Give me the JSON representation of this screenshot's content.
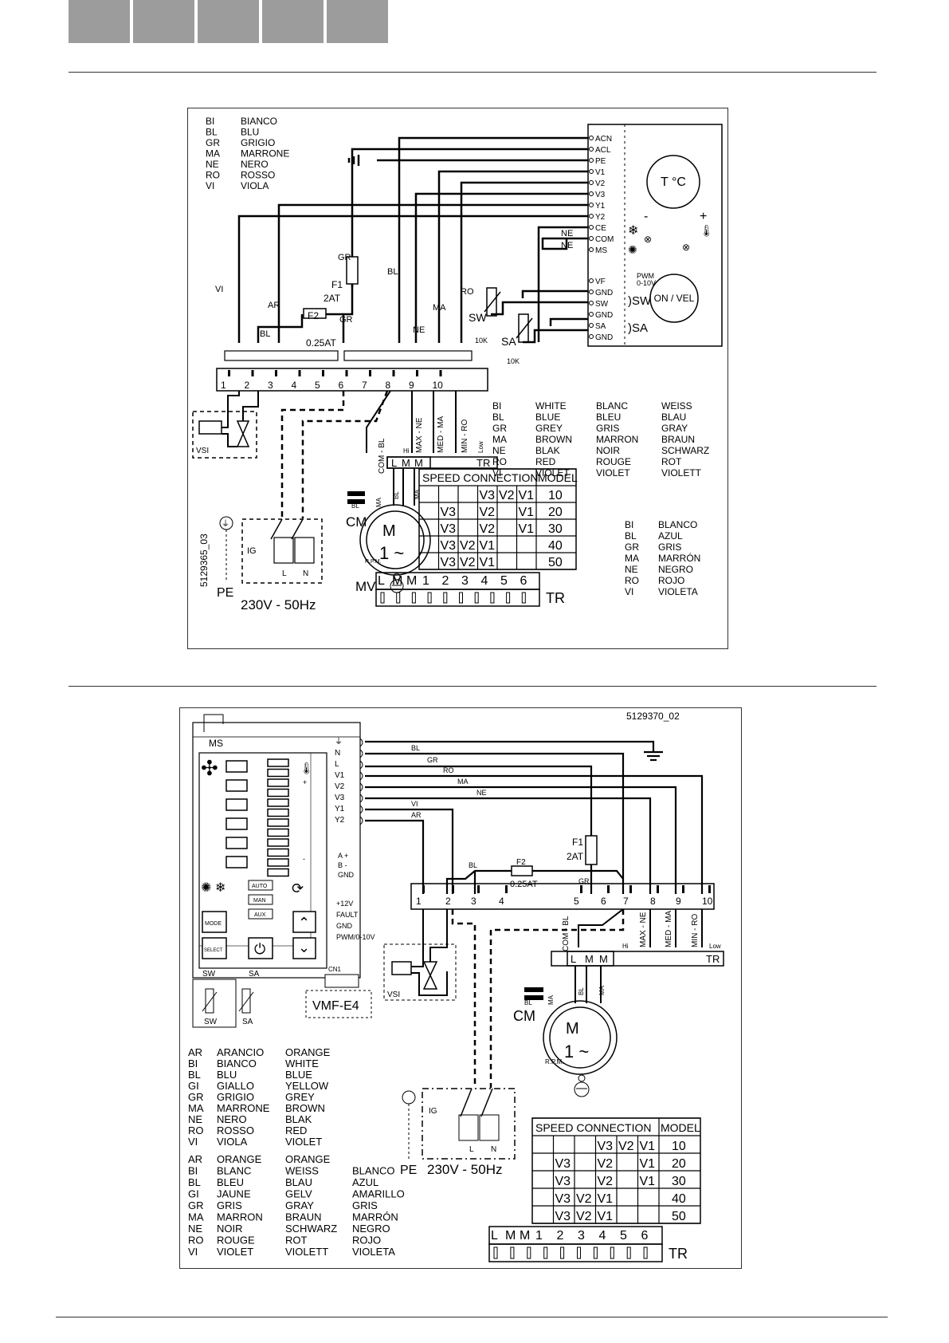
{
  "header": {
    "tabs": [
      {
        "label": ""
      },
      {
        "label": ""
      },
      {
        "label": ""
      },
      {
        "label": ""
      },
      {
        "label": ""
      }
    ]
  },
  "diagram1": {
    "code": "5129365_03",
    "colors_it": [
      [
        "BI",
        "BIANCO"
      ],
      [
        "BL",
        "BLU"
      ],
      [
        "GR",
        "GRIGIO"
      ],
      [
        "MA",
        "MARRONE"
      ],
      [
        "NE",
        "NERO"
      ],
      [
        "RO",
        "ROSSO"
      ],
      [
        "VI",
        "VIOLA"
      ]
    ],
    "colors_multi": [
      [
        "BI",
        "WHITE",
        "BLANC",
        "WEISS"
      ],
      [
        "BL",
        "BLUE",
        "BLEU",
        "BLAU"
      ],
      [
        "GR",
        "GREY",
        "GRIS",
        "GRAY"
      ],
      [
        "MA",
        "BROWN",
        "MARRON",
        "BRAUN"
      ],
      [
        "NE",
        "BLAK",
        "NOIR",
        "SCHWARZ"
      ],
      [
        "RO",
        "RED",
        "ROUGE",
        "ROT"
      ],
      [
        "VI",
        "VIOLET",
        "VIOLET",
        "VIOLETT"
      ]
    ],
    "colors_es": [
      [
        "BI",
        "BLANCO"
      ],
      [
        "BL",
        "AZUL"
      ],
      [
        "GR",
        "GRIS"
      ],
      [
        "MA",
        "MARRÓN"
      ],
      [
        "NE",
        "NEGRO"
      ],
      [
        "RO",
        "ROJO"
      ],
      [
        "VI",
        "VIOLETA"
      ]
    ],
    "controller_pins": [
      "ACN",
      "ACL",
      "PE",
      "V1",
      "V2",
      "V3",
      "Y1",
      "Y2",
      "CE",
      "COM",
      "MS",
      "VF",
      "GND",
      "SW",
      "GND",
      "SA",
      "GND"
    ],
    "controller_labels": {
      "temp": "T °C",
      "minus": "-",
      "plus": "+",
      "onvel": "ON / VEL",
      "pwm": "PWM",
      "pwm_range": "0-10V",
      "sw": ")SW",
      "sa": ")SA"
    },
    "terminals": [
      "1",
      "2",
      "3",
      "4",
      "5",
      "6",
      "7",
      "8",
      "9",
      "10"
    ],
    "wire_labels": {
      "vi": "VI",
      "ar": "AR",
      "bl": "BL",
      "gr": "GR",
      "bl2": "BL",
      "gr2": "GR",
      "ne": "NE",
      "ma": "MA",
      "ro": "RO",
      "ne_com": "NE",
      "ne_ms": "NE"
    },
    "fuses": {
      "f1": "F1",
      "f1_val": "2AT",
      "f2": "F2",
      "f2_val": "0.25AT"
    },
    "sensors": {
      "sw": "SW",
      "sa": "SA",
      "res": "10K"
    },
    "motor": {
      "com": "COM - BL",
      "max": "MAX - NE",
      "med": "MED - MA",
      "min": "MIN - RO",
      "hi": "Hi",
      "low": "Low",
      "tr": "TR",
      "l": "L",
      "m": "M",
      "m2": "M",
      "cm": "CM",
      "mv": "MV",
      "rpm": "R.P.M.",
      "m_letter": "M",
      "one": "1 ~",
      "bl": "BL",
      "ma": "MA",
      "ma2": "MA",
      "bl2": "BL"
    },
    "supply": {
      "ig": "IG",
      "pe": "PE",
      "voltage": "230V - 50Hz",
      "l": "L",
      "n": "N",
      "vsi": "VSI"
    },
    "speed_table": {
      "headers": [
        "SPEED CONNECTION",
        "MODEL"
      ],
      "rows": [
        [
          "",
          "",
          "",
          "V3",
          "V2",
          "V1",
          "10"
        ],
        [
          "",
          "V3",
          "",
          "V2",
          "",
          "V1",
          "20"
        ],
        [
          "",
          "V3",
          "",
          "V2",
          "",
          "V1",
          "30"
        ],
        [
          "",
          "V3",
          "V2",
          "V1",
          "",
          "",
          "40"
        ],
        [
          "",
          "V3",
          "V2",
          "V1",
          "",
          "",
          "50"
        ]
      ],
      "bottom": [
        "L",
        "M",
        "M",
        "1",
        "2",
        "3",
        "4",
        "5",
        "6"
      ],
      "tr": "TR"
    }
  },
  "diagram2": {
    "code": "5129370_02",
    "ms": "MS",
    "board_labels": {
      "plus": "+",
      "minus": "-",
      "auto": "AUTO",
      "man": "MAN",
      "aux": "AUX",
      "mode": "MODE",
      "select": "SELECT",
      "power": "⏻"
    },
    "pins_top": [
      "⏚",
      "N",
      "L",
      "V1",
      "V2",
      "V3",
      "Y1",
      "Y2"
    ],
    "pins_mid": [
      "A +",
      "B -",
      "GND"
    ],
    "pins_low": [
      "+12V",
      "FAULT",
      "GND",
      "PWM/0-10V"
    ],
    "cn1": "CN1",
    "vmf": "VMF-E4",
    "sw": "SW",
    "sa": "SA",
    "sw2": "SW",
    "sa2": "SA",
    "wire_labels": {
      "bl": "BL",
      "gr": "GR",
      "ro": "RO",
      "ma": "MA",
      "ne": "NE",
      "vi": "VI",
      "ar": "AR",
      "bl2": "BL",
      "gr2": "GR"
    },
    "fuses": {
      "f1": "F1",
      "f1_val": "2AT",
      "f2": "F2",
      "f2_val": "0.25AT"
    },
    "terminals": [
      "1",
      "2",
      "3",
      "4",
      "5",
      "6",
      "7",
      "8",
      "9",
      "10"
    ],
    "motor": {
      "com": "COM - BL",
      "max": "MAX - NE",
      "med": "MED - MA",
      "min": "MIN - RO",
      "hi": "Hi",
      "low": "Low",
      "tr": "TR",
      "l": "L",
      "m": "M",
      "m2": "M",
      "cm": "CM",
      "rpm": "R.P.M.",
      "m_letter": "M",
      "one": "1 ~",
      "bl": "BL",
      "ma": "MA",
      "ma2": "MA",
      "bl2": "BL"
    },
    "supply": {
      "ig": "IG",
      "pe": "PE",
      "voltage": "230V - 50Hz",
      "l": "L",
      "n": "N",
      "vsi": "VSI"
    },
    "colors_a": [
      [
        "AR",
        "ARANCIO",
        "ORANGE"
      ],
      [
        "BI",
        "BIANCO",
        "WHITE"
      ],
      [
        "BL",
        "BLU",
        "BLUE"
      ],
      [
        "GI",
        "GIALLO",
        "YELLOW"
      ],
      [
        "GR",
        "GRIGIO",
        "GREY"
      ],
      [
        "MA",
        "MARRONE",
        "BROWN"
      ],
      [
        "NE",
        "NERO",
        "BLAK"
      ],
      [
        "RO",
        "ROSSO",
        "RED"
      ],
      [
        "VI",
        "VIOLA",
        "VIOLET"
      ]
    ],
    "colors_b": [
      [
        "AR",
        "ORANGE",
        "ORANGE",
        ""
      ],
      [
        "BI",
        "BLANC",
        "WEISS",
        "BLANCO"
      ],
      [
        "BL",
        "BLEU",
        "BLAU",
        "AZUL"
      ],
      [
        "GI",
        "JAUNE",
        "GELV",
        "AMARILLO"
      ],
      [
        "GR",
        "GRIS",
        "GRAY",
        "GRIS"
      ],
      [
        "MA",
        "MARRON",
        "BRAUN",
        "MARRÓN"
      ],
      [
        "NE",
        "NOIR",
        "SCHWARZ",
        "NEGRO"
      ],
      [
        "RO",
        "ROUGE",
        "ROT",
        "ROJO"
      ],
      [
        "VI",
        "VIOLET",
        "VIOLETT",
        "VIOLETA"
      ]
    ],
    "speed_table": {
      "headers": [
        "SPEED CONNECTION",
        "MODEL"
      ],
      "rows": [
        [
          "",
          "",
          "",
          "V3",
          "V2",
          "V1",
          "10"
        ],
        [
          "",
          "V3",
          "",
          "V2",
          "",
          "V1",
          "20"
        ],
        [
          "",
          "V3",
          "",
          "V2",
          "",
          "V1",
          "30"
        ],
        [
          "",
          "V3",
          "V2",
          "V1",
          "",
          "",
          "40"
        ],
        [
          "",
          "V3",
          "V2",
          "V1",
          "",
          "",
          "50"
        ]
      ],
      "bottom": [
        "L",
        "M",
        "M",
        "1",
        "2",
        "3",
        "4",
        "5",
        "6"
      ],
      "tr": "TR"
    }
  }
}
